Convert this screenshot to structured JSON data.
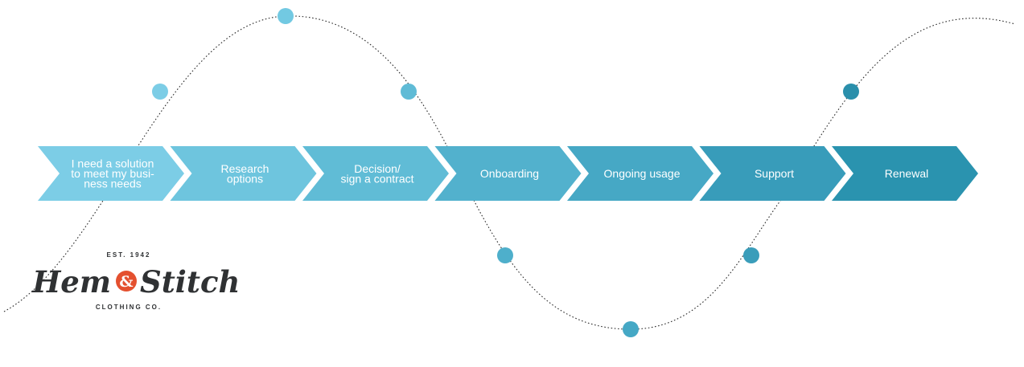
{
  "journey": {
    "stages": [
      {
        "lines": [
          "I need a solution",
          "to meet my busi-",
          "ness needs"
        ],
        "color": "#7ccde6"
      },
      {
        "lines": [
          "Research",
          "options"
        ],
        "color": "#6ec5de"
      },
      {
        "lines": [
          "Decision/",
          "sign a contract"
        ],
        "color": "#60bcd6"
      },
      {
        "lines": [
          "Onboarding"
        ],
        "color": "#52b1cd"
      },
      {
        "lines": [
          "Ongoing usage"
        ],
        "color": "#46a8c5"
      },
      {
        "lines": [
          "Support"
        ],
        "color": "#389cba"
      },
      {
        "lines": [
          "Renewal"
        ],
        "color": "#2a93af"
      }
    ],
    "curve_markers": [
      {
        "color": "#7ccde6"
      },
      {
        "color": "#72c9e2"
      },
      {
        "color": "#5fbbd6"
      },
      {
        "color": "#4eafcb"
      },
      {
        "color": "#45a8c5"
      },
      {
        "color": "#3a9dba"
      },
      {
        "color": "#2a8fab"
      }
    ]
  },
  "logo": {
    "established": "EST. 1942",
    "word_left": "Hem",
    "ampersand": "&",
    "word_right": "Stitch",
    "tagline": "CLOTHING CO.",
    "badge_color": "#e4502f"
  }
}
